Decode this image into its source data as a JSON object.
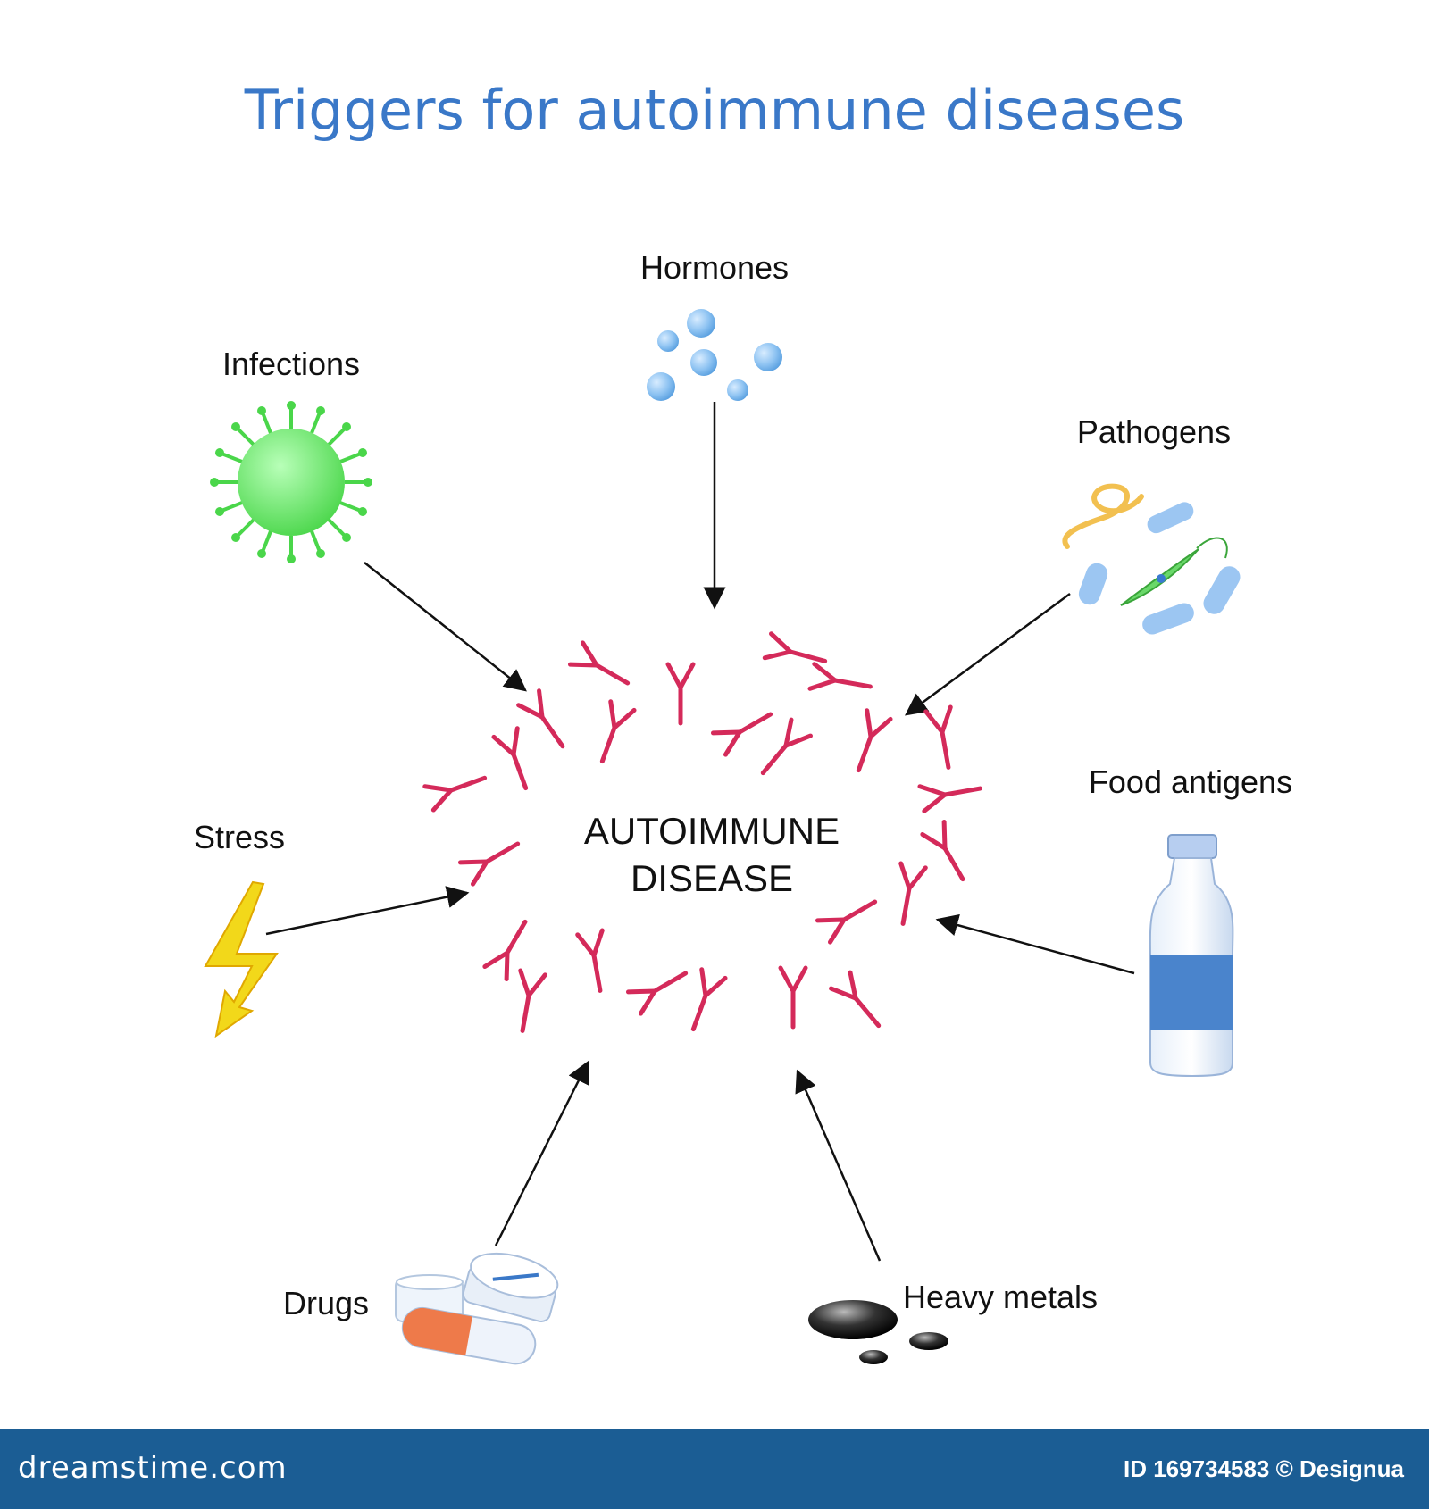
{
  "title": "Triggers for autoimmune diseases",
  "center": {
    "line1": "AUTOIMMUNE",
    "line2": "DISEASE"
  },
  "triggers": {
    "hormones": "Hormones",
    "infections": "Infections",
    "pathogens": "Pathogens",
    "stress": "Stress",
    "food": "Food antigens",
    "drugs": "Drugs",
    "metals": "Heavy metals"
  },
  "footer": {
    "logo": "dreamstime.com",
    "id": "ID 169734583 © Designua"
  },
  "colors": {
    "title": "#3a78c8",
    "antibody": "#d42a5a",
    "virus": "#5ce05c",
    "bolt": "#f2d81a",
    "footer": "#1b5d94"
  }
}
